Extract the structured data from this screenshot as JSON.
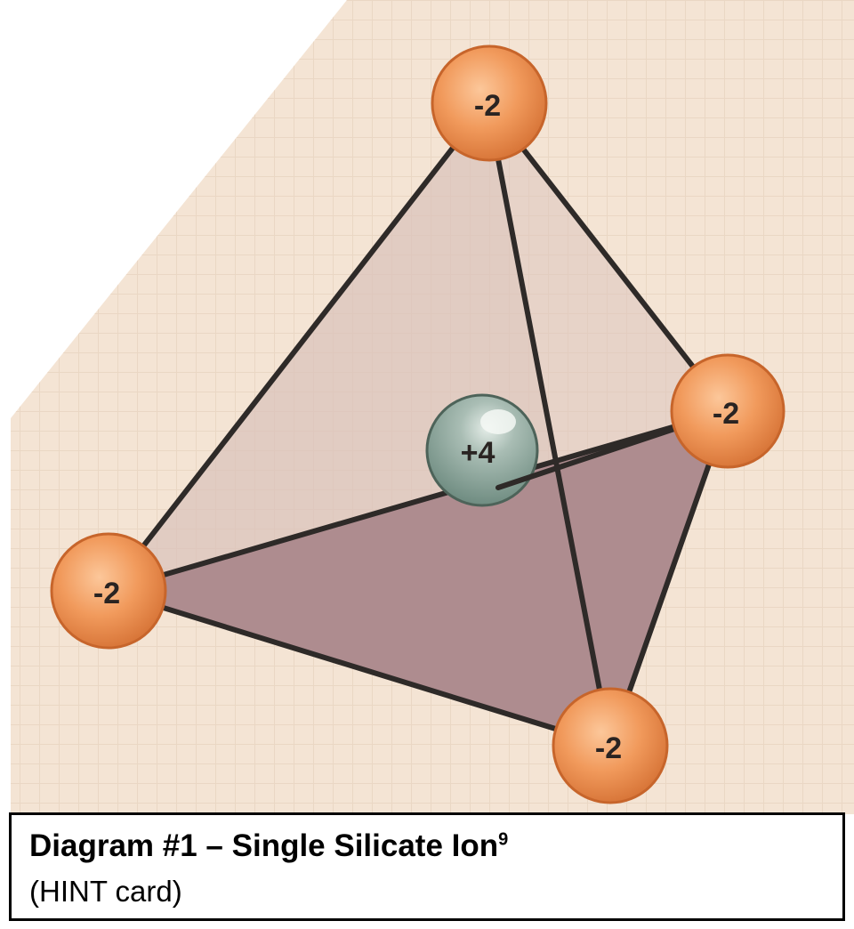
{
  "diagram": {
    "atoms": [
      {
        "name": "oxygen-top",
        "charge": "-2",
        "kind": "oxygen"
      },
      {
        "name": "oxygen-right",
        "charge": "-2",
        "kind": "oxygen"
      },
      {
        "name": "oxygen-left",
        "charge": "-2",
        "kind": "oxygen"
      },
      {
        "name": "oxygen-bottom",
        "charge": "-2",
        "kind": "oxygen"
      },
      {
        "name": "silicon-center",
        "charge": "+4",
        "kind": "silicon"
      }
    ],
    "colors": {
      "background": "#f4e4d4",
      "grid": "#ead7c4",
      "face_light": "#dcc5bd",
      "face_dark": "#ae8c8f",
      "edge": "#2e2a28",
      "oxygen": "#f19a5c",
      "silicon": "#8fa89e"
    }
  },
  "caption": {
    "title": "Diagram #1 – Single Silicate Ion",
    "footnote": "9",
    "subtitle": "(HINT card)"
  }
}
